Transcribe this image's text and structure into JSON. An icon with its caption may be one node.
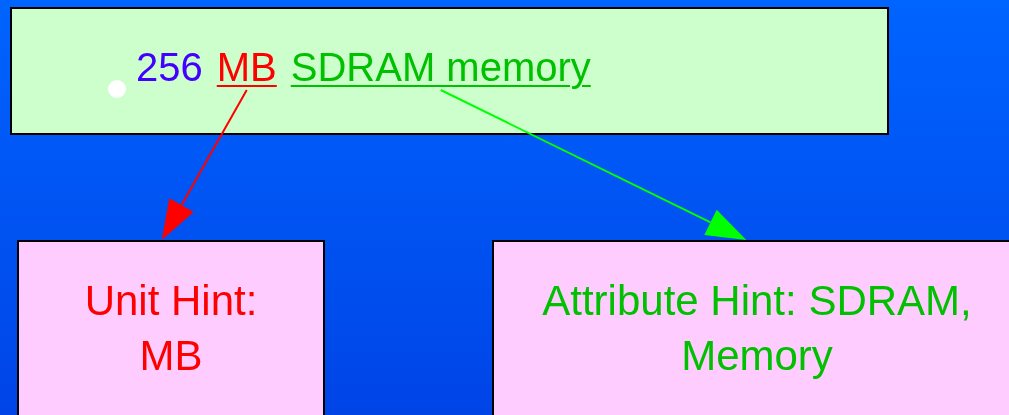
{
  "diagram": {
    "nodes": [
      {
        "text": [
          "256"
        ]
      },
      {
        "text": [
          "MB"
        ],
        "in": 0
      },
      {
        "text": [
          "SDRAM memory"
        ],
        "in": 0
      },
      {
        "text": [
          "Unit Hint: MB"
        ]
      },
      {
        "text": [
          "Attribute Hint: SDRAM, Memory"
        ]
      }
    ],
    "edges": [
      {
        "from": 1,
        "to": 3,
        "arrow": "to",
        "color": "#ff0000"
      },
      {
        "from": 2,
        "to": 4,
        "arrow": "to",
        "color": "#00ff00"
      }
    ]
  }
}
